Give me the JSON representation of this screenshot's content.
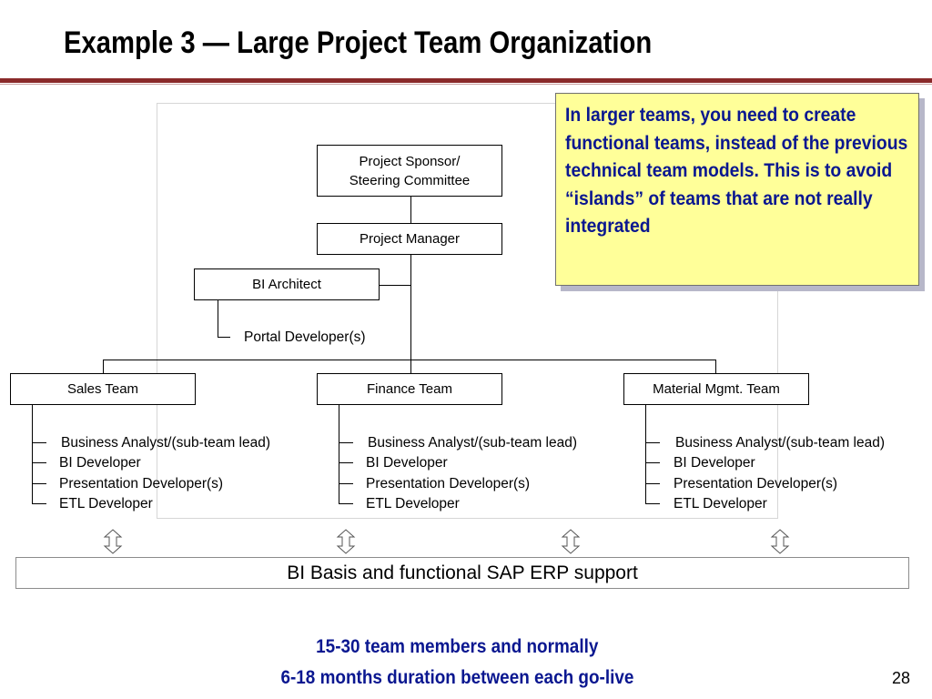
{
  "slide": {
    "title": "Example 3 — Large Project Team Organization",
    "page_number": "28"
  },
  "org": {
    "sponsor": "Project Sponsor/\nSteering Committee",
    "manager": "Project Manager",
    "architect": "BI Architect",
    "portal": "Portal Developer(s)",
    "teams": [
      {
        "name": "Sales Team",
        "members": [
          "Business Analyst/(sub-team lead)",
          "BI Developer",
          "Presentation Developer(s)",
          "ETL Developer"
        ]
      },
      {
        "name": "Finance Team",
        "members": [
          "Business Analyst/(sub-team lead)",
          "BI Developer",
          "Presentation Developer(s)",
          "ETL Developer"
        ]
      },
      {
        "name": "Material Mgmt. Team",
        "members": [
          "Business Analyst/(sub-team lead)",
          "BI Developer",
          "Presentation Developer(s)",
          "ETL Developer"
        ]
      }
    ]
  },
  "callout": {
    "text": "In larger teams, you need to create functional teams, instead of the previous technical team models. This is to avoid “islands” of teams that are not really integrated"
  },
  "support": {
    "label": "BI Basis and functional SAP ERP support"
  },
  "footer": {
    "line1": "15-30 team members and normally",
    "line2": "6-18 months duration between each go-live"
  },
  "colors": {
    "title_rule": "#8a2a2a",
    "callout_fill": "#ffff99",
    "callout_text": "#0a1790",
    "footer_text": "#0a1790"
  }
}
